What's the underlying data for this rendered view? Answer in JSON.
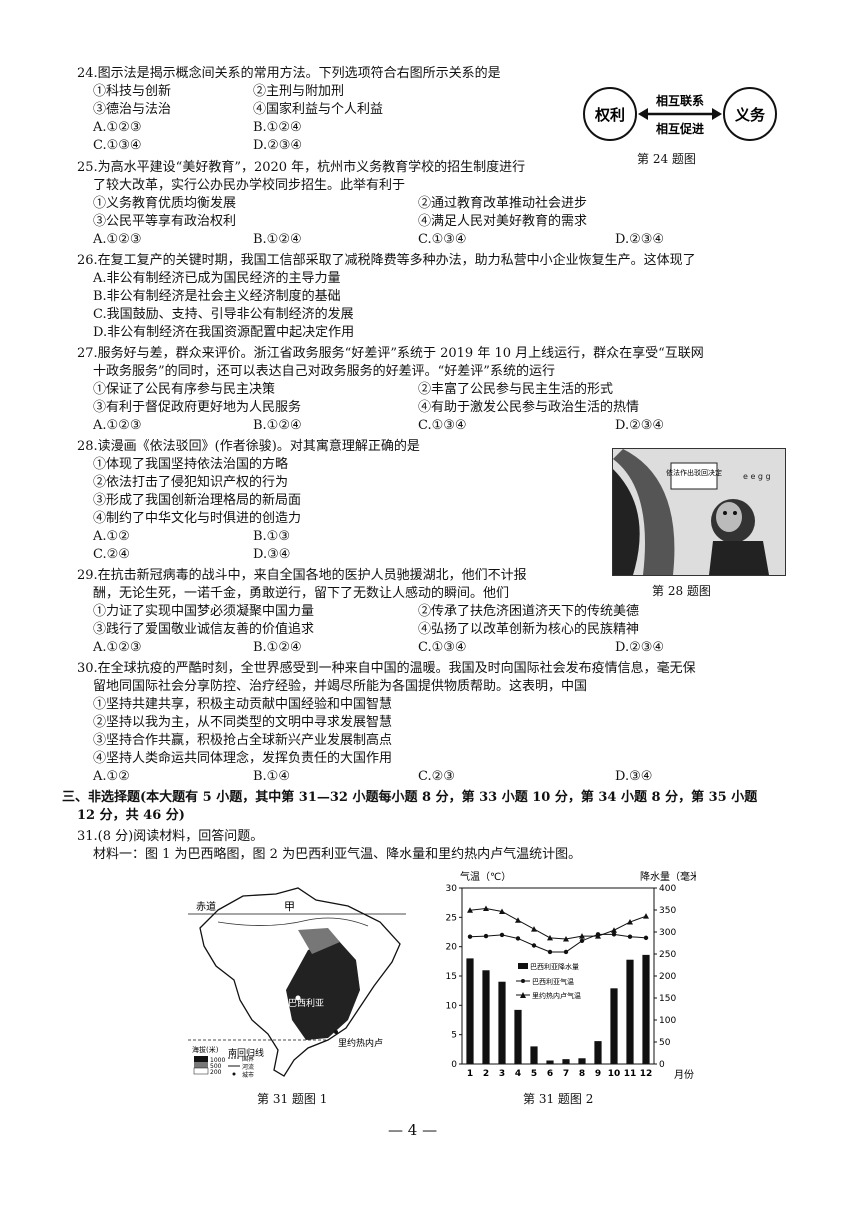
{
  "q24": {
    "stem": "24.图示法是揭示概念间关系的常用方法。下列选项符合右图所示关系的是",
    "r1": [
      "①科技与创新",
      "②主刑与附加刑"
    ],
    "r2": [
      "③德治与法治",
      "④国家利益与个人利益"
    ],
    "r3": [
      "A.①②③",
      "B.①②④"
    ],
    "r4": [
      "C.①③④",
      "D.②③④"
    ],
    "figure": {
      "left": "权利",
      "right": "义务",
      "top": "相互联系",
      "bottom": "相互促进",
      "caption": "第 24 题图"
    }
  },
  "q25": {
    "stem1": "25.为高水平建设“美好教育”，2020 年，杭州市义务教育学校的招生制度进行",
    "stem2": "了较大改革，实行公办民办学校同步招生。此举有利于",
    "o1": "①义务教育优质均衡发展",
    "o2": "②通过教育改革推动社会进步",
    "o3": "③公民平等享有政治权利",
    "o4": "④满足人民对美好教育的需求",
    "a": [
      "A.①②③",
      "B.①②④",
      "C.①③④",
      "D.②③④"
    ]
  },
  "q26": {
    "stem": "26.在复工复产的关键时期，我国工信部采取了减税降费等多种办法，助力私营中小企业恢复生产。这体现了",
    "a": "A.非公有制经济已成为国民经济的主导力量",
    "b": "B.非公有制经济是社会主义经济制度的基础",
    "c": "C.我国鼓励、支持、引导非公有制经济的发展",
    "d": "D.非公有制经济在我国资源配置中起决定作用"
  },
  "q27": {
    "stem1": "27.服务好与差，群众来评价。浙江省政务服务“好差评”系统于 2019 年 10 月上线运行，群众在享受“互联网",
    "stem2": "十政务服务”的同时，还可以表达自己对政务服务的好差评。“好差评”系统的运行",
    "o1": "①保证了公民有序参与民主决策",
    "o2": "②丰富了公民参与民主生活的形式",
    "o3": "③有利于督促政府更好地为人民服务",
    "o4": "④有助于激发公民参与政治生活的热情",
    "a": [
      "A.①②③",
      "B.①②④",
      "C.①③④",
      "D.②③④"
    ]
  },
  "q28": {
    "stem": "28.读漫画《依法驳回》(作者徐骏)。对其寓意理解正确的是",
    "o1": "①体现了我国坚持依法治国的方略",
    "o2": "②依法打击了侵犯知识产权的行为",
    "o3": "③形成了我国创新治理格局的新局面",
    "o4": "④制约了中华文化与时俱进的创造力",
    "a": [
      "A.①②",
      "B.①③"
    ],
    "b": [
      "C.②④",
      "D.③④"
    ],
    "cartoon": {
      "sign": "依法作出驳回决定",
      "caption": "第 28 题图"
    }
  },
  "q29": {
    "stem1": "29.在抗击新冠病毒的战斗中，来自全国各地的医护人员驰援湖北，他们不计报",
    "stem2": "酬，无论生死，一诺千金，勇敢逆行，留下了无数让人感动的瞬间。他们",
    "o1": "①力证了实现中国梦必须凝聚中国力量",
    "o2": "②传承了扶危济困道济天下的传统美德",
    "o3": "③践行了爱国敬业诚信友善的价值追求",
    "o4": "④弘扬了以改革创新为核心的民族精神",
    "a": [
      "A.①②③",
      "B.①②④",
      "C.①③④",
      "D.②③④"
    ]
  },
  "q30": {
    "stem1": "30.在全球抗疫的严酷时刻，全世界感受到一种来自中国的温暖。我国及时向国际社会发布疫情信息，毫无保",
    "stem2": "留地同国际社会分享防控、治疗经验，并竭尽所能为各国提供物质帮助。这表明，中国",
    "o1": "①坚持共建共享，积极主动贡献中国经验和中国智慧",
    "o2": "②坚持以我为主，从不同类型的文明中寻求发展智慧",
    "o3": "③坚持合作共赢，积极抢占全球新兴产业发展制高点",
    "o4": "④坚持人类命运共同体理念，发挥负责任的大国作用",
    "a": [
      "A.①②",
      "B.①④",
      "C.②③",
      "D.③④"
    ]
  },
  "sec3": {
    "l1": "三、非选择题(本大题有 5 小题，其中第 31—32 小题每小题 8 分，第 33 小题 10 分，第 34 小题 8 分，第 35 小题",
    "l2": "12 分，共 46 分)"
  },
  "q31": {
    "stem": "31.(8 分)阅读材料，回答问题。",
    "m1": "材料一：图 1 为巴西略图，图 2 为巴西利亚气温、降水量和里约热内卢气温统计图。",
    "map": {
      "equator": "赤道",
      "jia": "甲",
      "tropic": "南回归线",
      "brasilia": "巴西利亚",
      "rio": "里约热内卢",
      "legend_title": "海拔(米)",
      "legend_levels": [
        "1000",
        "500",
        "200"
      ],
      "legend_items": [
        "国界",
        "河流",
        "城市"
      ],
      "caption": "第 31 题图 1"
    },
    "caption2": "第 31 题图 2"
  },
  "chart_data": {
    "type": "bar",
    "categories": [
      "1",
      "2",
      "3",
      "4",
      "5",
      "6",
      "7",
      "8",
      "9",
      "10",
      "11",
      "12"
    ],
    "xlabel": "月份",
    "ylabel_left": "气温（℃）",
    "ylabel_right": "降水量（毫米）",
    "ylim_left": [
      0,
      30
    ],
    "ylim_right": [
      0,
      400
    ],
    "left_ticks": [
      "0",
      "5",
      "10",
      "15",
      "20",
      "25",
      "30"
    ],
    "right_ticks": [
      "0",
      "50",
      "100",
      "150",
      "200",
      "250",
      "300",
      "350",
      "400"
    ],
    "series": [
      {
        "name": "巴西利亚降水量",
        "type": "bar",
        "axis": "right",
        "values": [
          240,
          213,
          187,
          123,
          40,
          8,
          11,
          13,
          52,
          172,
          237,
          248
        ]
      },
      {
        "name": "巴西利亚气温",
        "type": "line",
        "axis": "left",
        "marker": "circle",
        "values": [
          21.7,
          21.8,
          22.0,
          21.4,
          20.2,
          19.1,
          19.1,
          21.0,
          22.1,
          22.1,
          21.7,
          21.5
        ]
      },
      {
        "name": "里约热内卢气温",
        "type": "line",
        "axis": "left",
        "marker": "triangle",
        "values": [
          26.2,
          26.5,
          26.0,
          24.5,
          23.0,
          21.5,
          21.3,
          21.8,
          21.8,
          22.8,
          24.2,
          25.2
        ]
      }
    ]
  },
  "footer": {
    "page": "— 4 —"
  }
}
